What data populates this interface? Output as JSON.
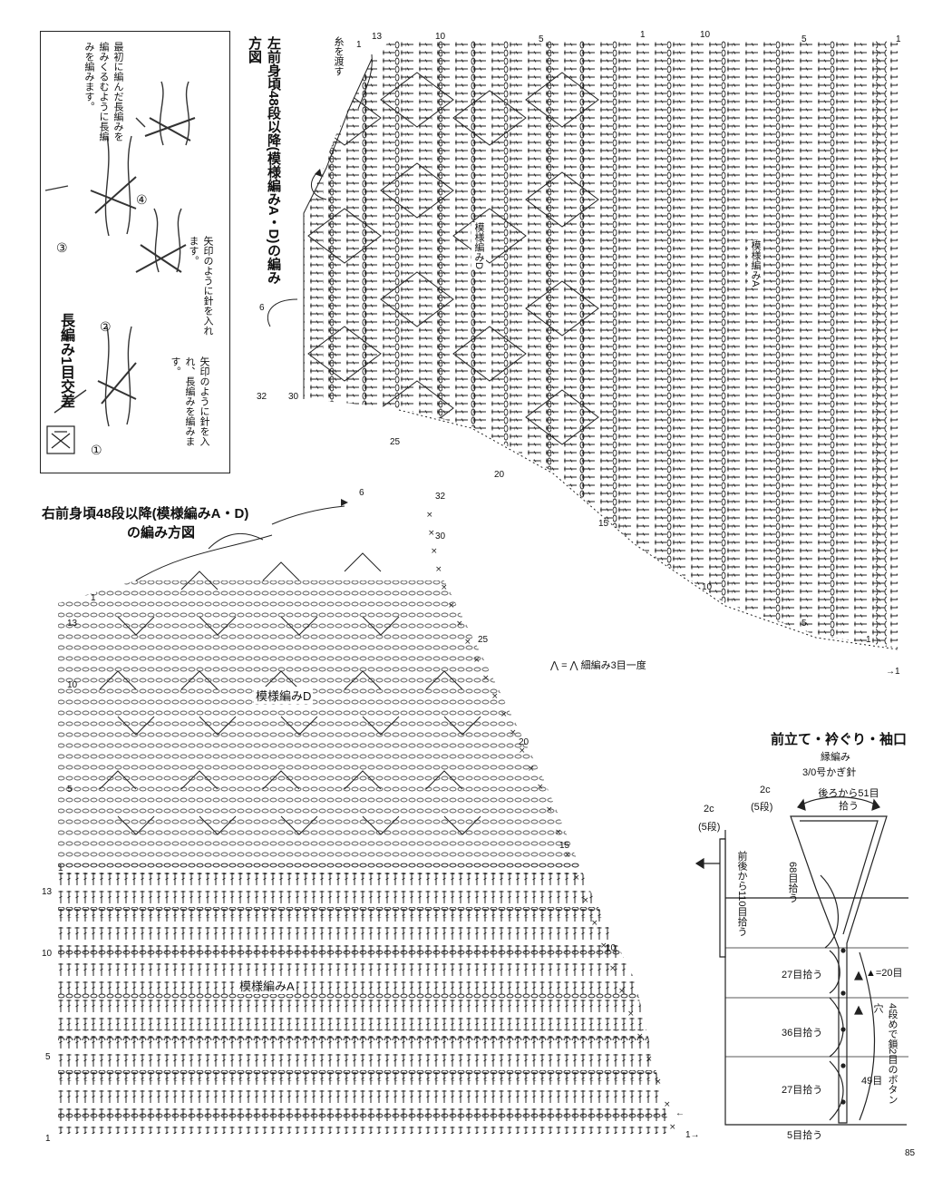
{
  "legend": {
    "title": "長編み1目交差",
    "step1_num": "①",
    "step1_text": "矢印のように針を入れ、長編みを編みます。",
    "step2_num": "②",
    "step2_text": "矢印のように針を入れます。",
    "step3_num": "③",
    "step3_text": "最初に編んだ長編みを編みくるむように長編みを編みます。",
    "step4_num": "④"
  },
  "left_chart": {
    "title": "左前身頃48段以降(模様編みA・D)の編み方図",
    "thread_note": "糸を渡す",
    "pattern_d": "模様編みD",
    "pattern_a": "模様編みA",
    "row_labels": [
      "32",
      "30",
      "25",
      "20",
      "15",
      "10",
      "5",
      "1",
      "6",
      "1"
    ],
    "col_labels": [
      "13",
      "10",
      "5",
      "1",
      "10",
      "5",
      "1"
    ],
    "bottom_note": "→1"
  },
  "right_chart": {
    "title_line1": "右前身頃48段以降(模様編みA・D)",
    "title_line2": "の編み方図",
    "pattern_d": "模様編みD",
    "pattern_a": "模様編みA",
    "left_rows": [
      "13",
      "10",
      "5",
      "1",
      "13",
      "10",
      "5",
      "1"
    ],
    "right_rows": [
      "32",
      "30",
      "25",
      "20",
      "15",
      "10"
    ],
    "top_labels": [
      "6",
      "1"
    ],
    "bottom_arrows": [
      "←",
      "1→"
    ]
  },
  "symbol_note": "⋀ = ⋀ 細編み3目一度",
  "edging": {
    "title": "前立て・衿ぐり・袖口",
    "sub1": "縁編み",
    "sub2": "3/0号かぎ針",
    "c2_left": "2c",
    "c2_left_rows": "(5段)",
    "c2_top": "2c",
    "c2_top_rows": "(5段)",
    "back_pick": "後ろから51目拾う",
    "front_back_pick": "前後から110目拾う",
    "pick68": "68目拾う",
    "pick27a": "27目拾う",
    "triangle20": "▲=20目",
    "pick36": "36目拾う",
    "button_note": "4段めで鎖2目のボタン穴",
    "pick27b": "27目拾う",
    "count49": "49目",
    "pick5": "5目拾う"
  },
  "page_number": "85"
}
